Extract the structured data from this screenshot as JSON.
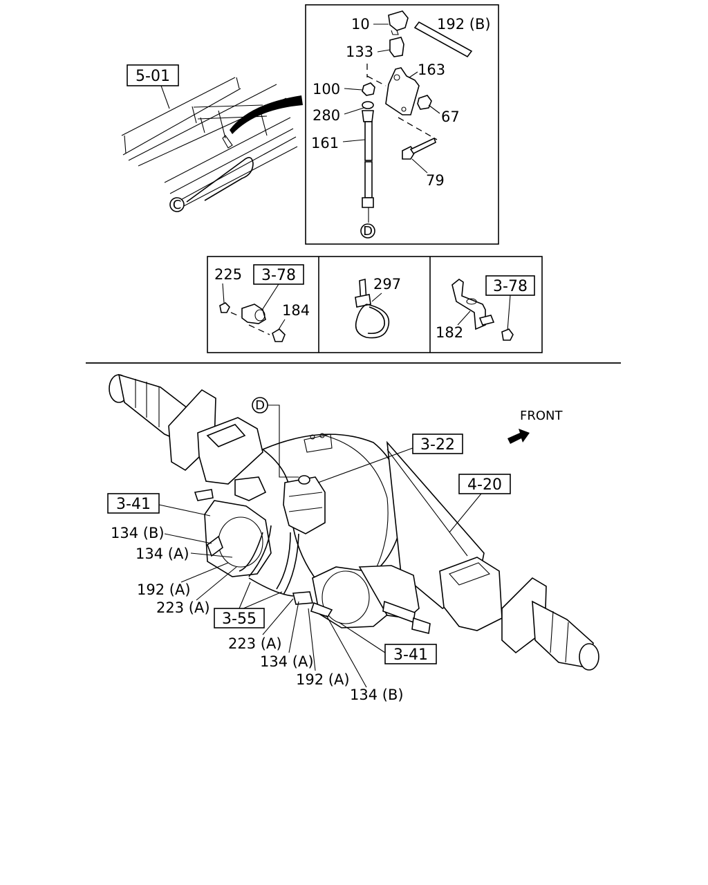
{
  "callouts": {
    "c10": "10",
    "c192b": "192 (B)",
    "c133": "133",
    "c163": "163",
    "c100": "100",
    "c280": "280",
    "c67": "67",
    "c161": "161",
    "c79": "79",
    "c225": "225",
    "c184": "184",
    "c297": "297",
    "c182": "182",
    "c134b_left": "134 (B)",
    "c134a_left": "134 (A)",
    "c192a_left": "192 (A)",
    "c223a_left": "223 (A)",
    "c223a_mid": "223 (A)",
    "c134a_mid": "134 (A)",
    "c192a_mid": "192 (A)",
    "c134b_mid": "134 (B)"
  },
  "refs": {
    "r501": "5-01",
    "r378a": "3-78",
    "r378b": "3-78",
    "r322": "3-22",
    "r420": "4-20",
    "r341_left": "3-41",
    "r355": "3-55",
    "r341_right": "3-41"
  },
  "connectors": {
    "c_top": "C",
    "d_top": "D",
    "d_bottom": "D"
  },
  "front_label": "FRONT"
}
